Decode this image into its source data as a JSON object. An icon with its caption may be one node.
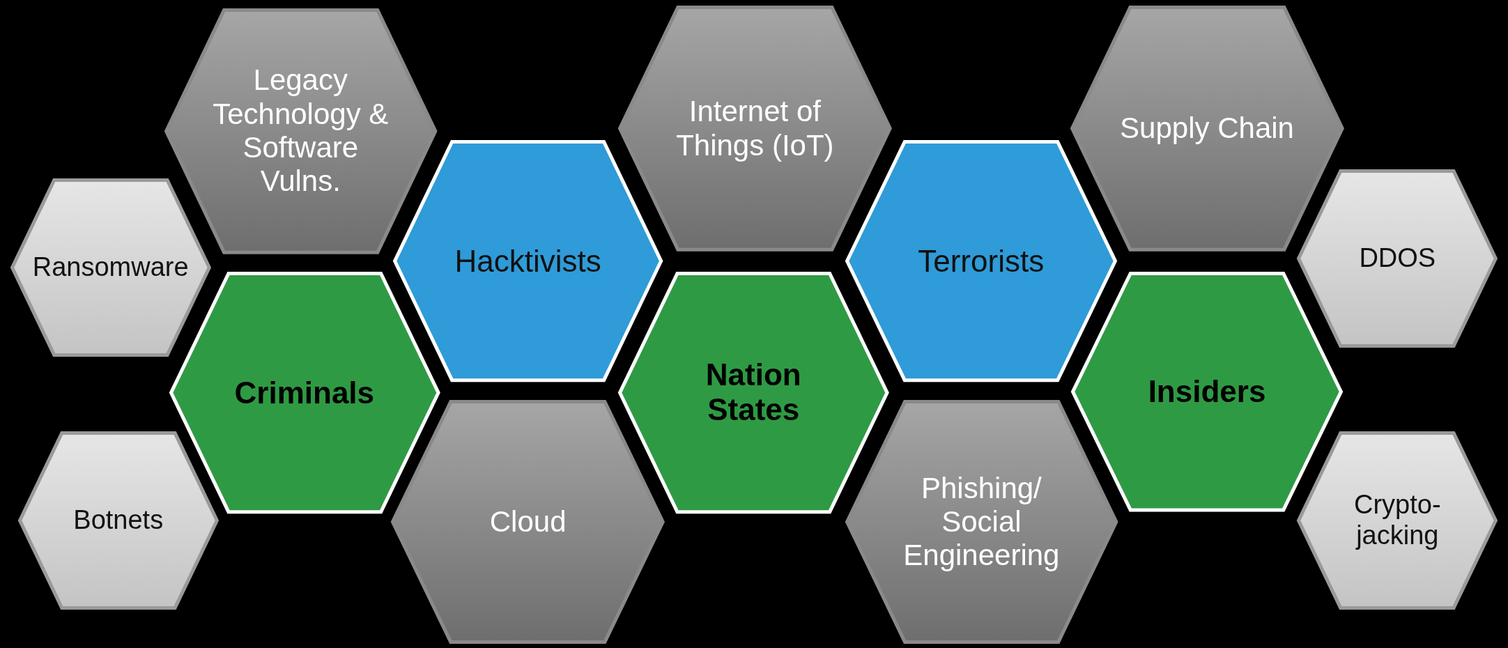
{
  "diagram": {
    "nodes": [
      {
        "text": [
          "Legacy Technology & Software Vulns."
        ]
      },
      {
        "text": [
          "Internet of Things (IoT)"
        ]
      },
      {
        "text": [
          "Supply Chain"
        ]
      },
      {
        "text": [
          "Ransomware"
        ]
      },
      {
        "text": [
          "Hacktivists"
        ]
      },
      {
        "text": [
          "Terrorists"
        ]
      },
      {
        "text": [
          "DDOS"
        ]
      },
      {
        "text": [
          "Criminals"
        ]
      },
      {
        "text": [
          "Nation States"
        ]
      },
      {
        "text": [
          "Insiders"
        ]
      },
      {
        "text": [
          "Botnets"
        ]
      },
      {
        "text": [
          "Cloud"
        ]
      },
      {
        "text": [
          "Phishing/ Social Engineering"
        ]
      },
      {
        "text": [
          "Crypto-jacking"
        ]
      }
    ]
  }
}
